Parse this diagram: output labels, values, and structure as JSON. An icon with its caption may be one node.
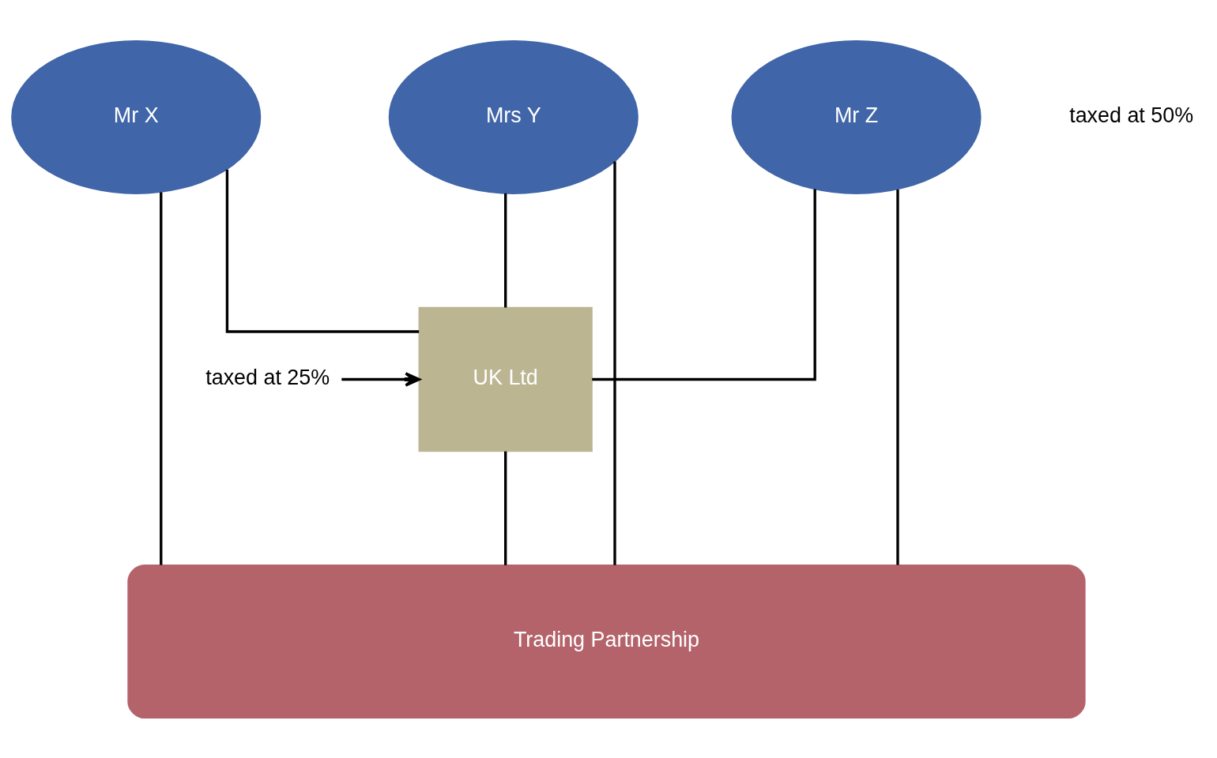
{
  "diagram": {
    "nodes": [
      {
        "text": [
          "Mr X"
        ]
      },
      {
        "text": [
          "Mrs Y"
        ]
      },
      {
        "text": [
          "Mr Z"
        ]
      },
      {
        "text": [
          "UK Ltd"
        ]
      },
      {
        "text": [
          "Trading Partnership"
        ]
      },
      {
        "text": [
          "taxed at 25%"
        ]
      }
    ],
    "edges": [
      {
        "from": 0,
        "to": 3,
        "arrow": "none"
      },
      {
        "from": 1,
        "to": 3,
        "arrow": "none"
      },
      {
        "from": 2,
        "to": 3,
        "arrow": "none"
      },
      {
        "from": 0,
        "to": 4,
        "arrow": "none"
      },
      {
        "from": 1,
        "to": 4,
        "arrow": "none"
      },
      {
        "from": 2,
        "to": 4,
        "arrow": "none"
      },
      {
        "from": 3,
        "to": 4,
        "arrow": "none"
      },
      {
        "from": 5,
        "to": 3,
        "arrow": "to"
      }
    ],
    "labels": [
      "taxed at 50%"
    ]
  }
}
